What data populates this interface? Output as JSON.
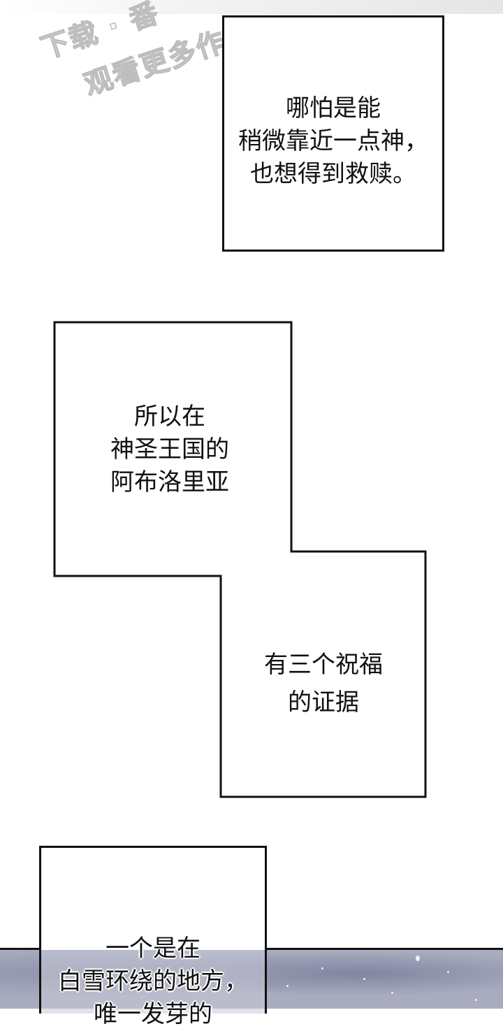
{
  "watermark": {
    "line1": "下载 · 番",
    "line2": "观看更多作品"
  },
  "panels": [
    {
      "lines": [
        "哪怕是能",
        "稍微靠近一点神，",
        "也想得到救赎。"
      ]
    },
    {
      "lines": [
        "所以在",
        "神圣王国的",
        "阿布洛里亚"
      ]
    },
    {
      "lines": [
        "有三个祝福",
        "的证据"
      ]
    },
    {
      "lines": [
        "一个是在",
        "白雪环绕的地方，",
        "唯一发芽的"
      ]
    }
  ]
}
